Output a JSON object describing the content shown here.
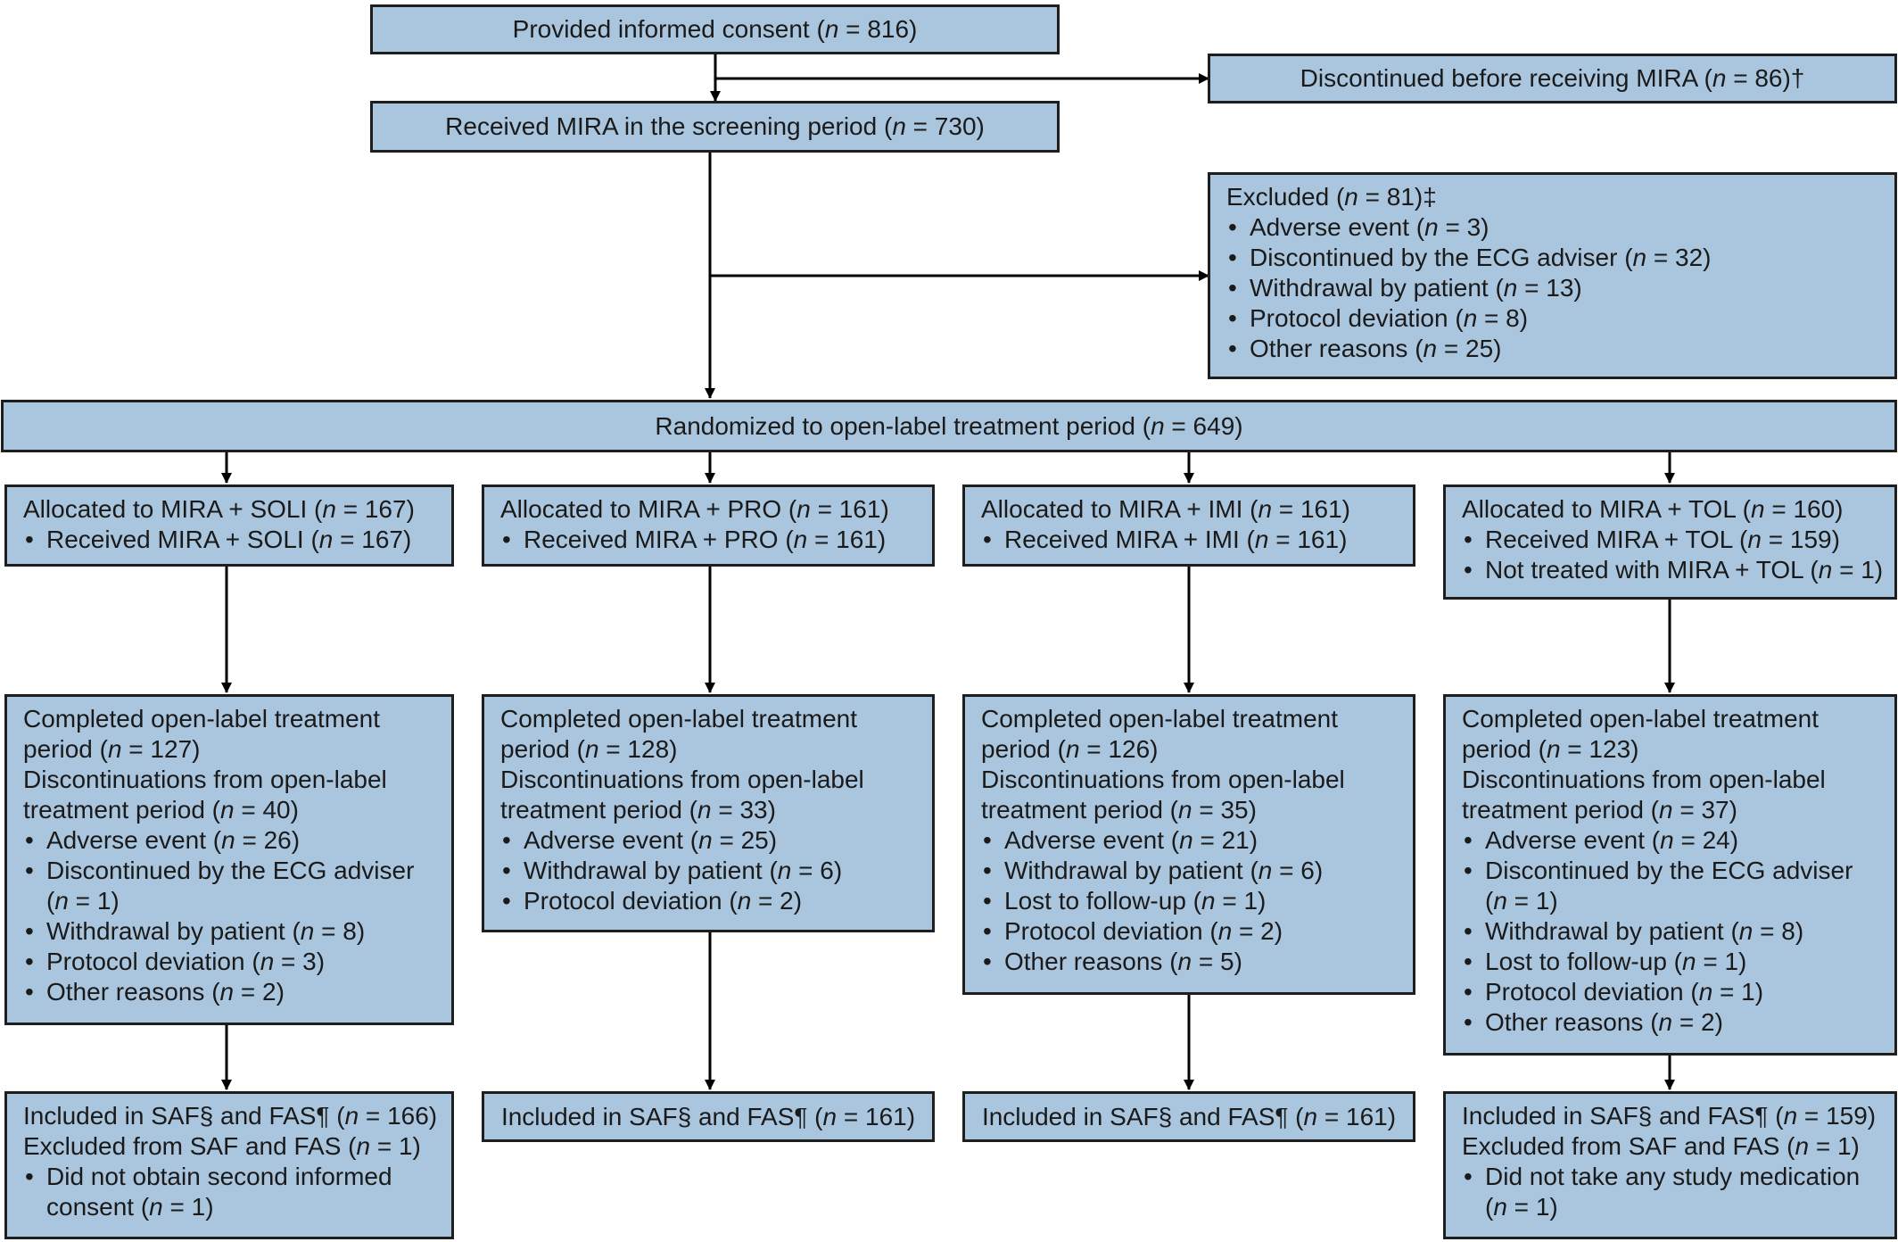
{
  "consent": {
    "pre": "Provided informed consent (",
    "n": "n",
    "post": " = 816)"
  },
  "discontinued_before": {
    "pre": "Discontinued before receiving MIRA (",
    "n": "n",
    "post": " = 86)†"
  },
  "received_screening": {
    "pre": "Received MIRA in the screening period (",
    "n": "n",
    "post": " = 730)"
  },
  "excluded": {
    "title_pre": "Excluded (",
    "title_n": "n",
    "title_post": " = 81)‡",
    "items": [
      {
        "pre": "Adverse event (",
        "n": "n",
        "post": " = 3)"
      },
      {
        "pre": "Discontinued by the ECG adviser (",
        "n": "n",
        "post": " = 32)"
      },
      {
        "pre": "Withdrawal by patient (",
        "n": "n",
        "post": " = 13)"
      },
      {
        "pre": "Protocol deviation (",
        "n": "n",
        "post": " = 8)"
      },
      {
        "pre": "Other reasons (",
        "n": "n",
        "post": " = 25)"
      }
    ]
  },
  "randomized": {
    "pre": "Randomized to open-label treatment period (",
    "n": "n",
    "post": " = 649)"
  },
  "allocated": [
    {
      "title_pre": "Allocated to MIRA + SOLI (",
      "title_n": "n",
      "title_post": " = 167)",
      "items": [
        {
          "pre": "Received MIRA + SOLI (",
          "n": "n",
          "post": " = 167)"
        }
      ]
    },
    {
      "title_pre": "Allocated to MIRA + PRO (",
      "title_n": "n",
      "title_post": " = 161)",
      "items": [
        {
          "pre": "Received MIRA + PRO (",
          "n": "n",
          "post": " = 161)"
        }
      ]
    },
    {
      "title_pre": "Allocated to MIRA + IMI (",
      "title_n": "n",
      "title_post": " = 161)",
      "items": [
        {
          "pre": "Received MIRA + IMI (",
          "n": "n",
          "post": " = 161)"
        }
      ]
    },
    {
      "title_pre": "Allocated to MIRA + TOL (",
      "title_n": "n",
      "title_post": " = 160)",
      "items": [
        {
          "pre": "Received MIRA + TOL (",
          "n": "n",
          "post": " = 159)"
        },
        {
          "pre": "Not treated with MIRA + TOL (",
          "n": "n",
          "post": " = 1)"
        }
      ]
    }
  ],
  "completed": [
    {
      "head1": "Completed open-label treatment",
      "head2_pre": "period (",
      "head2_n": "n",
      "head2_post": " = 127)",
      "head3": "Discontinuations from open-label",
      "head4_pre": "treatment period (",
      "head4_n": "n",
      "head4_post": " = 40)",
      "items": [
        {
          "pre": "Adverse event (",
          "n": "n",
          "post": " = 26)"
        },
        {
          "pre": "Discontinued by the ECG adviser",
          "cont_pre": "(",
          "cont_n": "n",
          "cont_post": " = 1)"
        },
        {
          "pre": "Withdrawal by patient (",
          "n": "n",
          "post": " = 8)"
        },
        {
          "pre": "Protocol deviation (",
          "n": "n",
          "post": " = 3)"
        },
        {
          "pre": "Other reasons (",
          "n": "n",
          "post": " = 2)"
        }
      ]
    },
    {
      "head1": "Completed open-label treatment",
      "head2_pre": "period (",
      "head2_n": "n",
      "head2_post": " = 128)",
      "head3": "Discontinuations from open-label",
      "head4_pre": "treatment period (",
      "head4_n": "n",
      "head4_post": " = 33)",
      "items": [
        {
          "pre": "Adverse event (",
          "n": "n",
          "post": " = 25)"
        },
        {
          "pre": "Withdrawal by patient (",
          "n": "n",
          "post": " = 6)"
        },
        {
          "pre": "Protocol deviation (",
          "n": "n",
          "post": " = 2)"
        }
      ]
    },
    {
      "head1": "Completed open-label treatment",
      "head2_pre": "period (",
      "head2_n": "n",
      "head2_post": " = 126)",
      "head3": "Discontinuations from open-label",
      "head4_pre": "treatment period (",
      "head4_n": "n",
      "head4_post": " = 35)",
      "items": [
        {
          "pre": "Adverse event (",
          "n": "n",
          "post": " = 21)"
        },
        {
          "pre": "Withdrawal by patient (",
          "n": "n",
          "post": " = 6)"
        },
        {
          "pre": "Lost to follow-up (",
          "n": "n",
          "post": " = 1)"
        },
        {
          "pre": "Protocol deviation (",
          "n": "n",
          "post": " = 2)"
        },
        {
          "pre": "Other reasons (",
          "n": "n",
          "post": " = 5)"
        }
      ]
    },
    {
      "head1": "Completed open-label treatment",
      "head2_pre": "period (",
      "head2_n": "n",
      "head2_post": " = 123)",
      "head3": "Discontinuations from open-label",
      "head4_pre": "treatment period (",
      "head4_n": "n",
      "head4_post": " = 37)",
      "items": [
        {
          "pre": "Adverse event (",
          "n": "n",
          "post": " = 24)"
        },
        {
          "pre": "Discontinued by the ECG adviser",
          "cont_pre": "(",
          "cont_n": "n",
          "cont_post": " = 1)"
        },
        {
          "pre": "Withdrawal by patient (",
          "n": "n",
          "post": " = 8)"
        },
        {
          "pre": "Lost to follow-up (",
          "n": "n",
          "post": " = 1)"
        },
        {
          "pre": "Protocol deviation (",
          "n": "n",
          "post": " = 1)"
        },
        {
          "pre": "Other reasons (",
          "n": "n",
          "post": " = 2)"
        }
      ]
    }
  ],
  "included": [
    {
      "l1_pre": "Included in SAF§ and FAS¶ (",
      "l1_n": "n",
      "l1_post": " = 166)",
      "l2_pre": "Excluded from SAF and FAS (",
      "l2_n": "n",
      "l2_post": " = 1)",
      "bullet": "Did not obtain second informed",
      "cont_pre": "consent (",
      "cont_n": "n",
      "cont_post": " = 1)"
    },
    {
      "l1_pre": "Included in SAF§ and FAS¶ (",
      "l1_n": "n",
      "l1_post": " = 161)"
    },
    {
      "l1_pre": "Included in SAF§ and FAS¶ (",
      "l1_n": "n",
      "l1_post": " = 161)"
    },
    {
      "l1_pre": "Included in SAF§ and FAS¶ (",
      "l1_n": "n",
      "l1_post": " = 159)",
      "l2_pre": "Excluded from SAF and FAS (",
      "l2_n": "n",
      "l2_post": " = 1)",
      "bullet": "Did not take any study medication",
      "cont_pre": "(",
      "cont_n": "n",
      "cont_post": " = 1)"
    }
  ],
  "colors": {
    "box_fill": "#aac6de",
    "border": "#1e1e1e",
    "arrow": "#000000"
  }
}
